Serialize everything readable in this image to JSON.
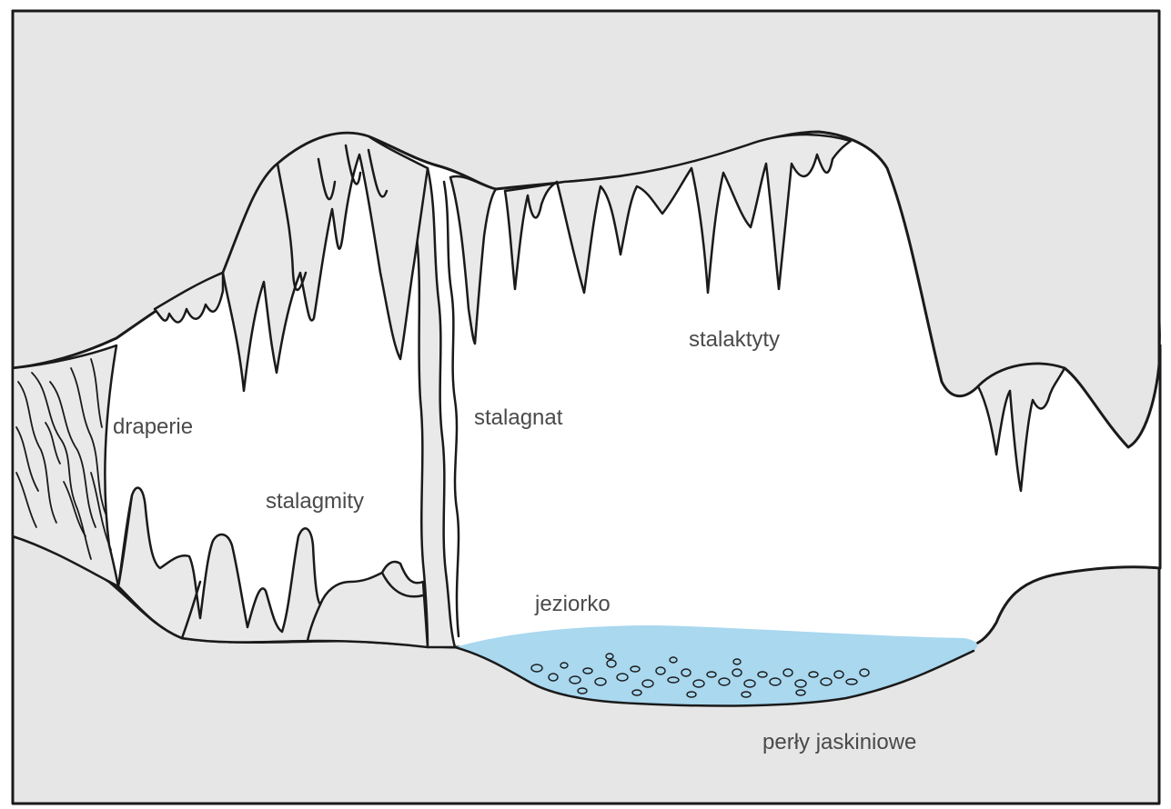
{
  "labels": {
    "draperie": "draperie",
    "stalagmity": "stalagmity",
    "stalagnat": "stalagnat",
    "stalaktyty": "stalaktyty",
    "jeziorko": "jeziorko",
    "perly": "perły jaskiniowe"
  },
  "colors": {
    "rock": "#e6e6e6",
    "cavity": "#ffffff",
    "water": "#a9d8ef",
    "outline": "#1a1a1a",
    "label": "#4a4a4a"
  }
}
